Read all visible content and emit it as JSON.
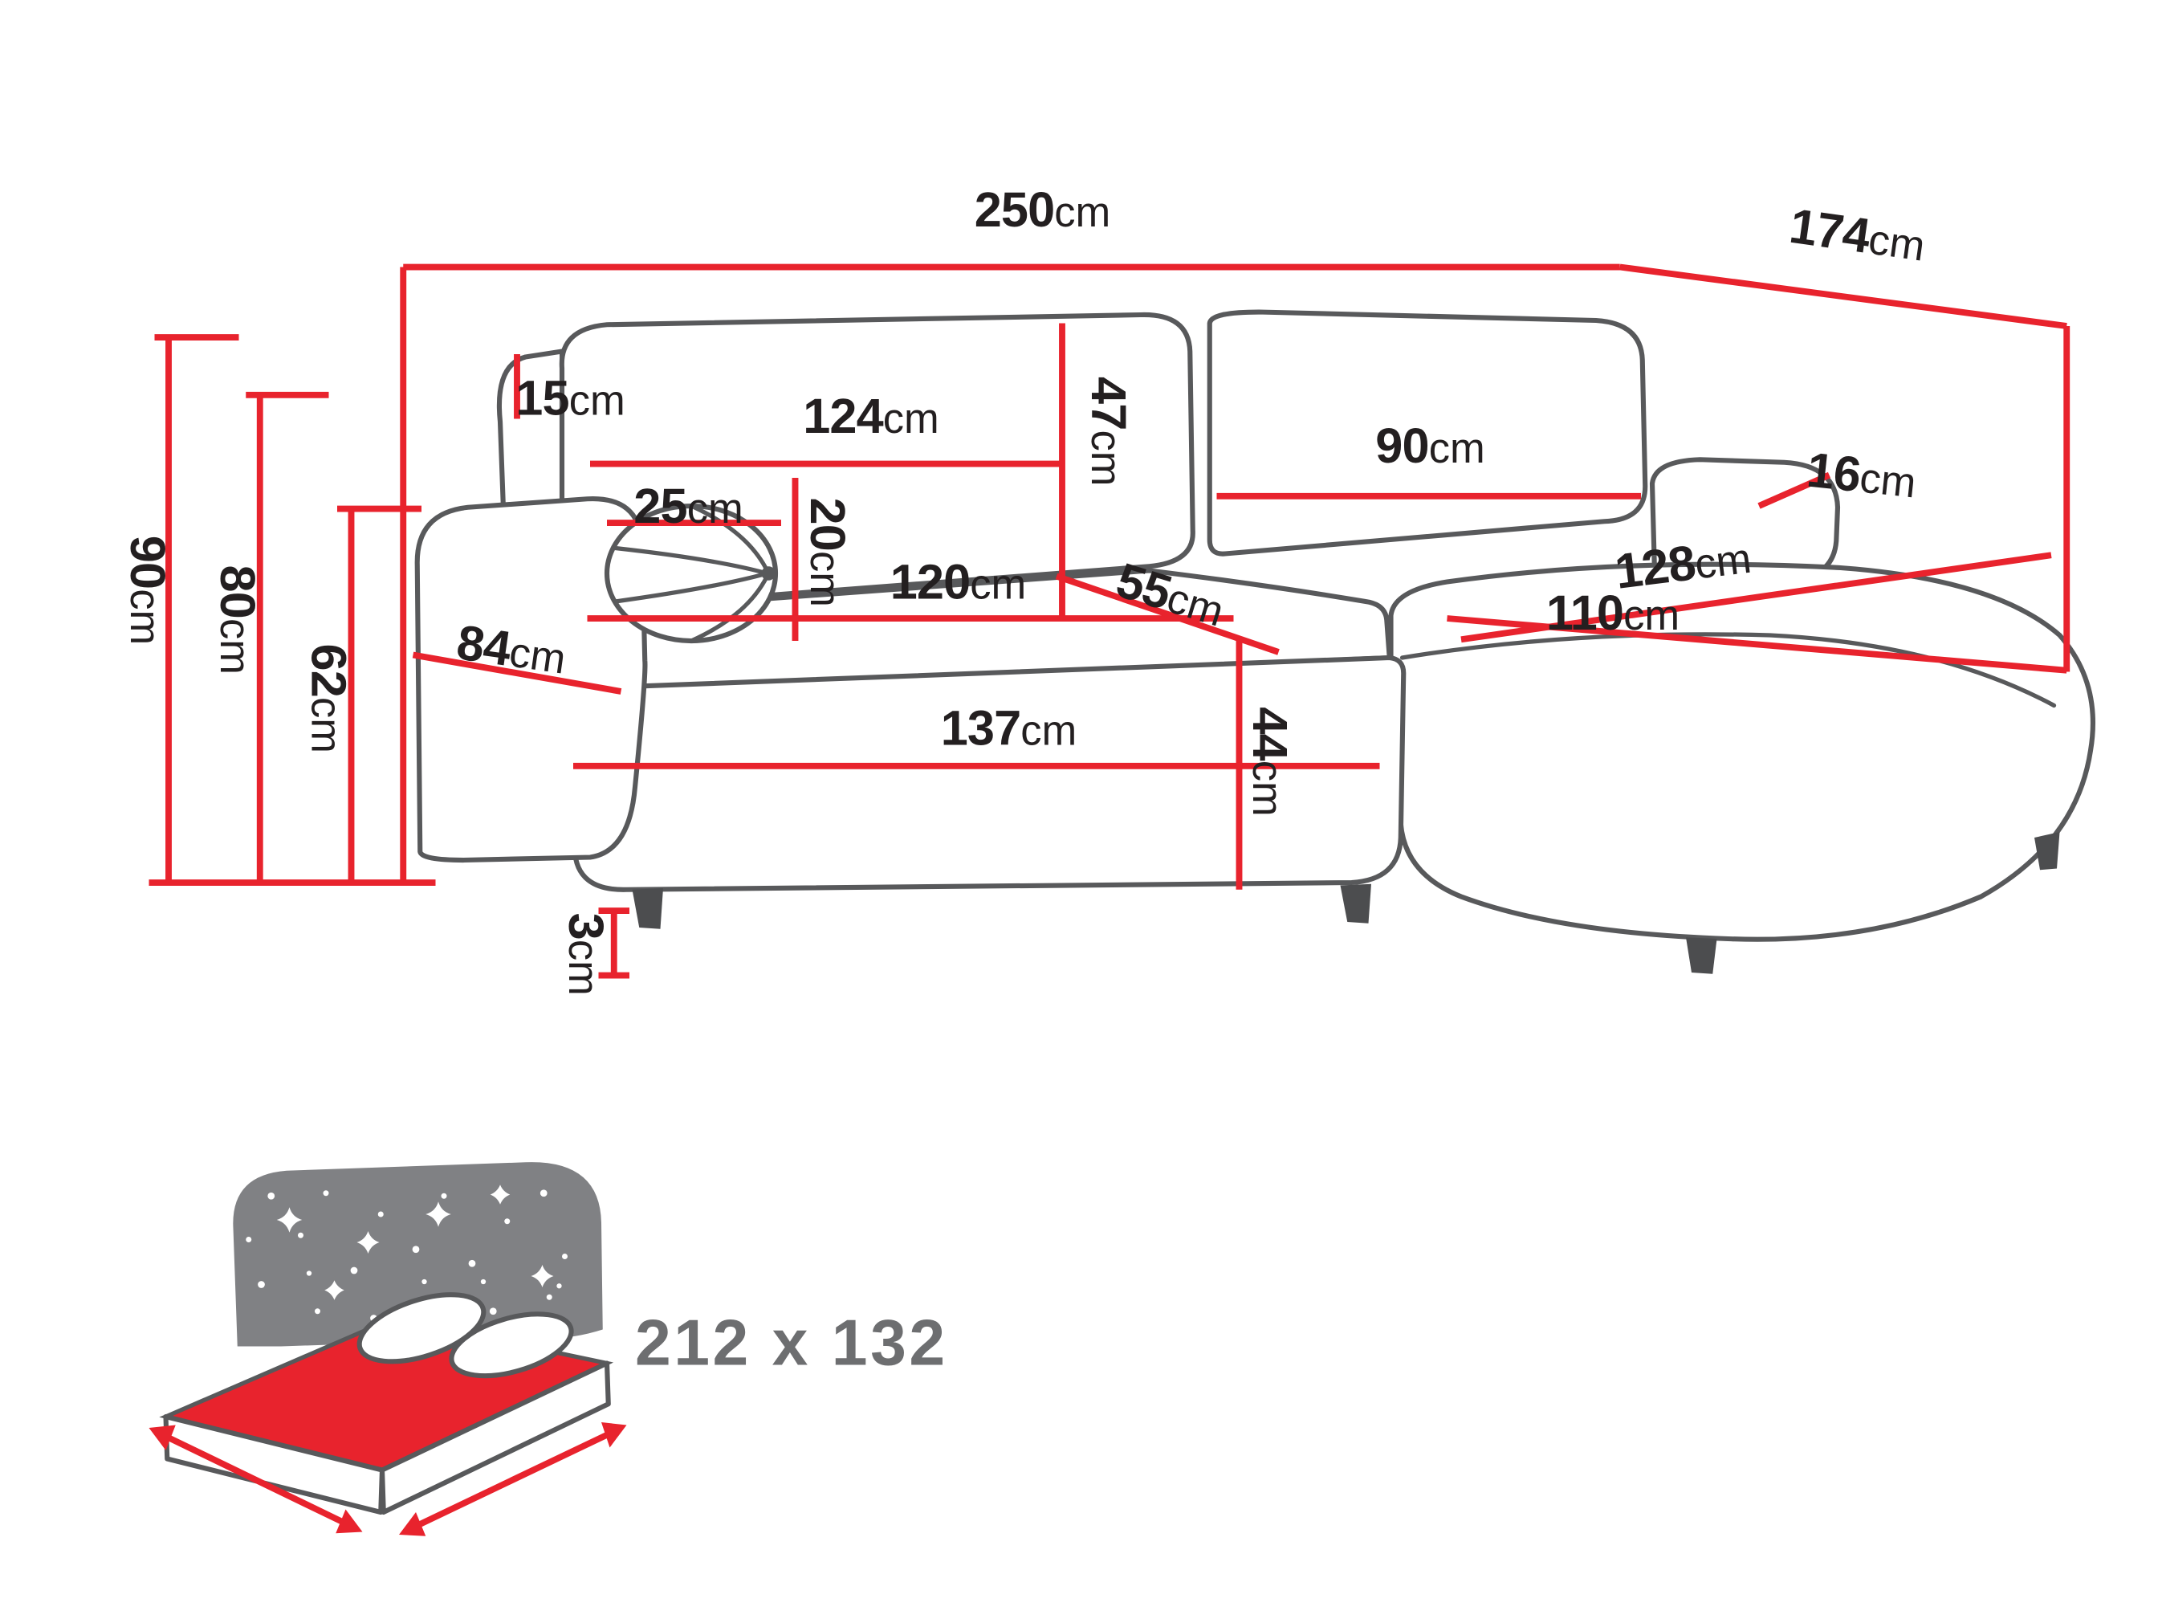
{
  "colors": {
    "red": "#e8232d",
    "outline": "#58595b",
    "text": "#231f20",
    "icon_gray": "#808184",
    "sleep_text": "#6d6e70",
    "bg": "#ffffff"
  },
  "dimensions": {
    "total_width": {
      "value": "250",
      "unit": "cm"
    },
    "total_depth": {
      "value": "174",
      "unit": "cm"
    },
    "total_height": {
      "value": "90",
      "unit": "cm"
    },
    "backrest_height_from_floor": {
      "value": "80",
      "unit": "cm"
    },
    "armrest_height_from_floor": {
      "value": "62",
      "unit": "cm"
    },
    "backrest_top_depth": {
      "value": "15",
      "unit": "cm"
    },
    "left_backrest_width": {
      "value": "124",
      "unit": "cm"
    },
    "backrest_height": {
      "value": "47",
      "unit": "cm"
    },
    "right_backrest_width": {
      "value": "90",
      "unit": "cm"
    },
    "right_armrest_depth": {
      "value": "16",
      "unit": "cm"
    },
    "pillow_width": {
      "value": "25",
      "unit": "cm"
    },
    "pillow_height": {
      "value": "20",
      "unit": "cm"
    },
    "seat_width": {
      "value": "120",
      "unit": "cm"
    },
    "seat_depth": {
      "value": "55",
      "unit": "cm"
    },
    "chaise_length": {
      "value": "128",
      "unit": "cm"
    },
    "chaise_width": {
      "value": "110",
      "unit": "cm"
    },
    "left_armrest_depth": {
      "value": "84",
      "unit": "cm"
    },
    "seat_front_width": {
      "value": "137",
      "unit": "cm"
    },
    "seat_cushion_height": {
      "value": "44",
      "unit": "cm"
    },
    "leg_height": {
      "value": "3",
      "unit": "cm"
    },
    "sleeping_area": {
      "value": "212 x 132",
      "unit": ""
    }
  }
}
